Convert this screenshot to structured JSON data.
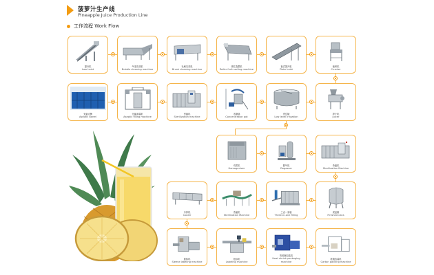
{
  "header": {
    "title_cn": "菠萝汁生产线",
    "title_en": "Pineapple Juice Production Line",
    "section_label": "工作流程 Work Flow",
    "accent_color": "#f39c12",
    "border_color": "#f5b54a"
  },
  "steps": [
    {
      "id": "lift",
      "cn": "提升机",
      "en": "Low hoist",
      "row": 1,
      "col": 1
    },
    {
      "id": "bubble",
      "cn": "气泡清洗机",
      "en": "Bubble cleaning machine",
      "row": 1,
      "col": 2
    },
    {
      "id": "brush",
      "cn": "毛刷清洗机",
      "en": "Brush cleaning machine",
      "row": 1,
      "col": 3
    },
    {
      "id": "roller",
      "cn": "滚杠选果机",
      "en": "Roller fruit sorting machine",
      "row": 1,
      "col": 4
    },
    {
      "id": "plate",
      "cn": "板式提升机",
      "en": "Plate hoist",
      "row": 1,
      "col": 5
    },
    {
      "id": "crusher",
      "cn": "破碎机",
      "en": "Crusher",
      "row": 1,
      "col": 6
    },
    {
      "id": "barrel",
      "cn": "无菌大桶",
      "en": "Aseptic Barrel",
      "row": 2,
      "col": 1
    },
    {
      "id": "aseptic_fill",
      "cn": "无菌灌装机",
      "en": "Aseptic filling machine",
      "row": 2,
      "col": 2
    },
    {
      "id": "steril1",
      "cn": "杀菌机",
      "en": "Sterilization machine",
      "row": 2,
      "col": 3
    },
    {
      "id": "concentration",
      "cn": "浓缩锅",
      "en": "Concentration pot",
      "row": 2,
      "col": 4
    },
    {
      "id": "low_level",
      "cn": "低位罐",
      "en": "Low level irrigation",
      "row": 2,
      "col": 5
    },
    {
      "id": "juicer",
      "cn": "榨汁机",
      "en": "Juicer",
      "row": 2,
      "col": 6
    },
    {
      "id": "homogenizer",
      "cn": "均质机",
      "en": "Homogenizer",
      "row": 3,
      "col": 4
    },
    {
      "id": "degasser",
      "cn": "脱气机",
      "en": "Degasser",
      "row": 3,
      "col": 5
    },
    {
      "id": "steril2",
      "cn": "杀菌机",
      "en": "Sterilization Machine",
      "row": 3,
      "col": 6
    },
    {
      "id": "cooler",
      "cn": "冷却机",
      "en": "Cooler",
      "row": 4,
      "col": 3
    },
    {
      "id": "steril3",
      "cn": "杀菌机",
      "en": "Sterilization Machine",
      "row": 4,
      "col": 4
    },
    {
      "id": "three_in_one",
      "cn": "三合一灌装",
      "en": "Three-in-one filling",
      "row": 4,
      "col": 5
    },
    {
      "id": "cans",
      "cn": "成品罐",
      "en": "Finished cans",
      "row": 4,
      "col": 6
    },
    {
      "id": "sleeve",
      "cn": "套标机",
      "en": "Sleeve labeling machine",
      "row": 5,
      "col": 3
    },
    {
      "id": "labeling",
      "cn": "贴标机",
      "en": "Labeling machine",
      "row": 5,
      "col": 4
    },
    {
      "id": "shrink",
      "cn": "热收缩包装机",
      "en": "Heat shrink packaging machine",
      "row": 5,
      "col": 5
    },
    {
      "id": "carton",
      "cn": "纸箱包装机",
      "en": "Carton packing machine",
      "row": 5,
      "col": 6
    }
  ],
  "illustration": "pineapple-juice-glass"
}
